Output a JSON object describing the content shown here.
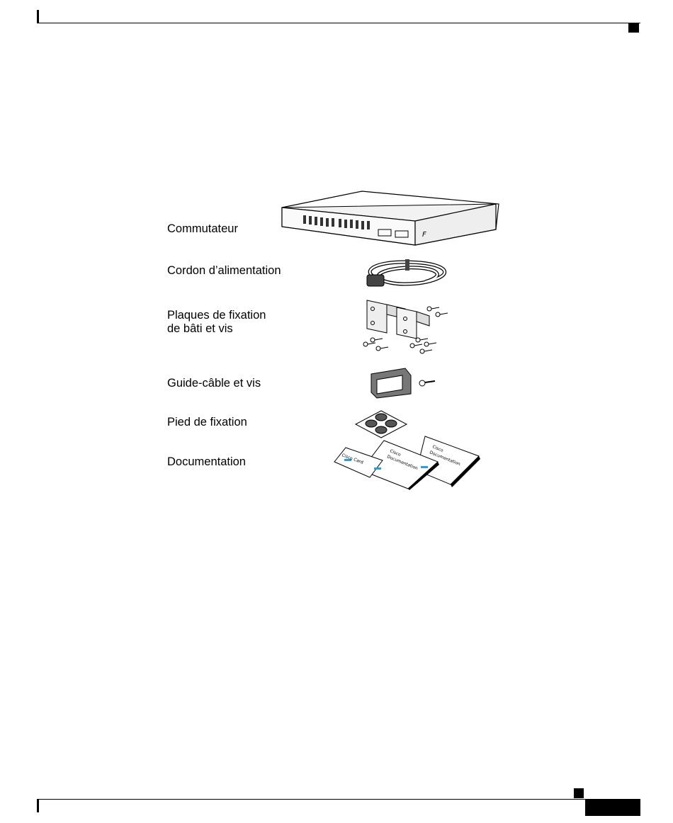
{
  "figure": {
    "items": [
      {
        "label": "Commutateur",
        "icon": "switch-icon"
      },
      {
        "label": "Cordon d’alimentation",
        "icon": "power-cord-icon"
      },
      {
        "label": "Plaques de fixation\nde bâti et vis",
        "icon": "rack-brackets-icon"
      },
      {
        "label": "Guide-câble et vis",
        "icon": "cable-guide-icon"
      },
      {
        "label": "Pied de fixation",
        "icon": "rubber-feet-icon"
      },
      {
        "label": "Documentation",
        "icon": "documentation-icon"
      }
    ],
    "doc_card_label": "Cisco Card",
    "doc_booklet_label": "Cisco\nDocumentation"
  }
}
